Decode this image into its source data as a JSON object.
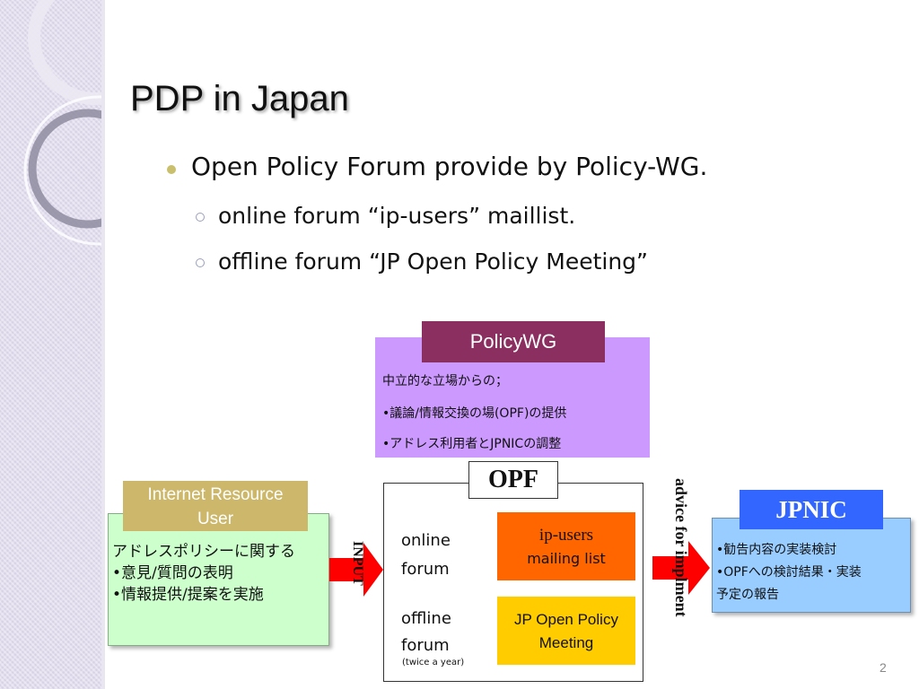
{
  "slide": {
    "title": "PDP in Japan",
    "page_number": "2"
  },
  "bullets": {
    "main": "Open Policy Forum provide by Policy-WG.",
    "sub1": "online forum “ip-users” maillist.",
    "sub2": "offline forum “JP Open Policy Meeting”"
  },
  "diagram": {
    "policywg": {
      "label": "PolicyWG",
      "line1": "中立的な立場からの；",
      "line2": "•議論/情報交換の場(OPF)の提供",
      "line3": "•アドレス利用者とJPNICの調整"
    },
    "opf": {
      "label": "OPF",
      "online_forum": "online\nforum",
      "offline_forum": "offline\nforum",
      "twice": "(twice a year)",
      "ipusers_line1": "ip-users",
      "ipusers_line2": "mailing list",
      "meeting": "JP Open Policy\nMeeting"
    },
    "user": {
      "label": "Internet Resource\nUser",
      "body": "アドレスポリシーに関する\n•意見/質問の表明\n•情報提供/提案を実施"
    },
    "jpnic": {
      "label": "JPNIC",
      "line1": "•勧告内容の実装検討",
      "line2": "•OPFへの検討結果・実装",
      "line3": "予定の報告"
    },
    "arrows": {
      "input_label": "INPUT",
      "advice_label": "advice for implment"
    },
    "colors": {
      "policy_tab": "#8a2f5f",
      "policy_box": "#cc99ff",
      "ipusers": "#ff6600",
      "meeting": "#ffcc00",
      "user_box": "#ccffcc",
      "user_tab": "#ccb76a",
      "jpnic_box": "#99ccff",
      "jpnic_tab": "#3366ff",
      "arrow": "#ff0000"
    }
  }
}
